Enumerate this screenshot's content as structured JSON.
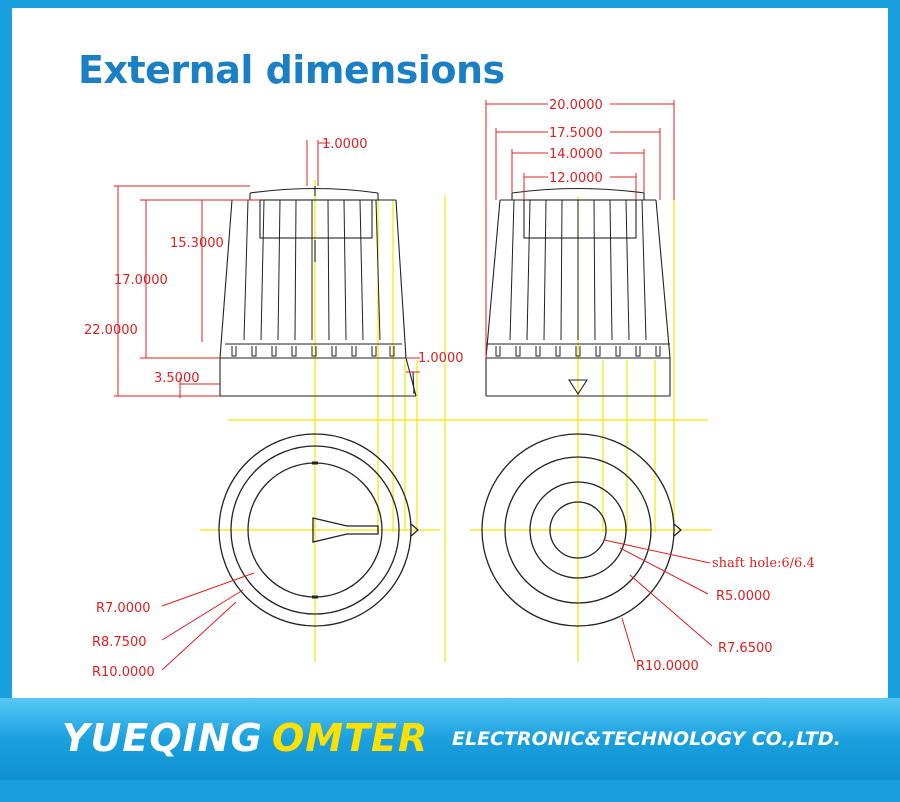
{
  "header": {
    "title": "External dimensions"
  },
  "side_view": {
    "dims": {
      "top_width": "1.0000",
      "height_15": "15.3000",
      "height_17": "17.0000",
      "height_22": "22.0000",
      "skirt": "3.5000",
      "pointer": "1.0000"
    }
  },
  "front_view": {
    "dims": {
      "w20": "20.0000",
      "w17": "17.5000",
      "w14": "14.0000",
      "w12": "12.0000"
    }
  },
  "left_circle": {
    "radii": {
      "r1": "R7.0000",
      "r2": "R8.7500",
      "r3": "R10.0000"
    }
  },
  "right_circle": {
    "shaft": "shaft hole:6/6.4",
    "radii": {
      "r1": "R5.0000",
      "r2": "R7.6500",
      "r3": "R10.0000"
    }
  },
  "footer": {
    "brand1": "YUEQING",
    "brand2": "OMTER",
    "brand3": "ELECTRONIC&TECHNOLOGY  CO.,LTD."
  },
  "colors": {
    "accent": "#1a7fc4",
    "dimension": "#e02020",
    "centerline": "#f0e800",
    "outline": "#222222",
    "band": "#1aa0de"
  }
}
